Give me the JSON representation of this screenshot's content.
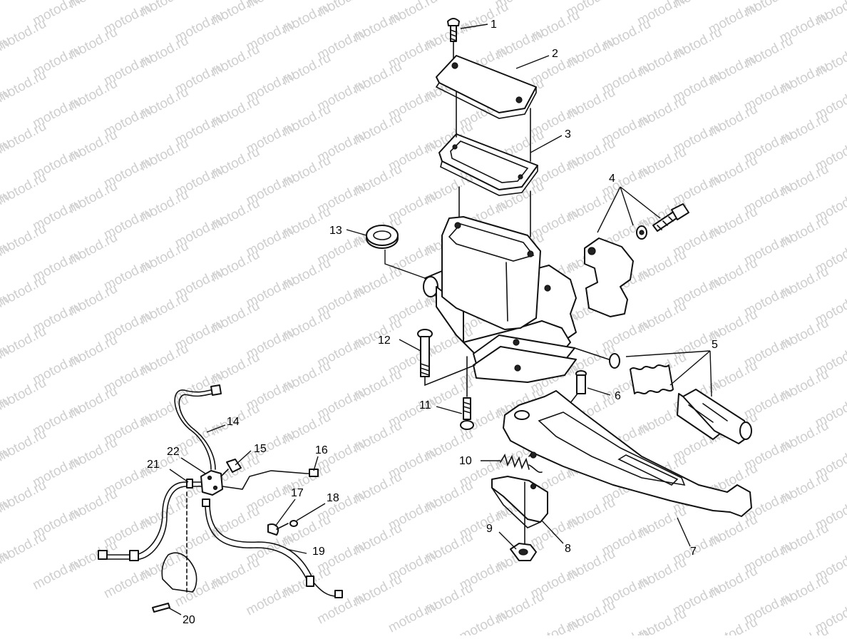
{
  "watermark": "motod.ru",
  "callouts": [
    "1",
    "2",
    "3",
    "4",
    "5",
    "6",
    "7",
    "8",
    "9",
    "10",
    "11",
    "12",
    "13",
    "14",
    "15",
    "16",
    "17",
    "18",
    "19",
    "20",
    "21",
    "22"
  ]
}
